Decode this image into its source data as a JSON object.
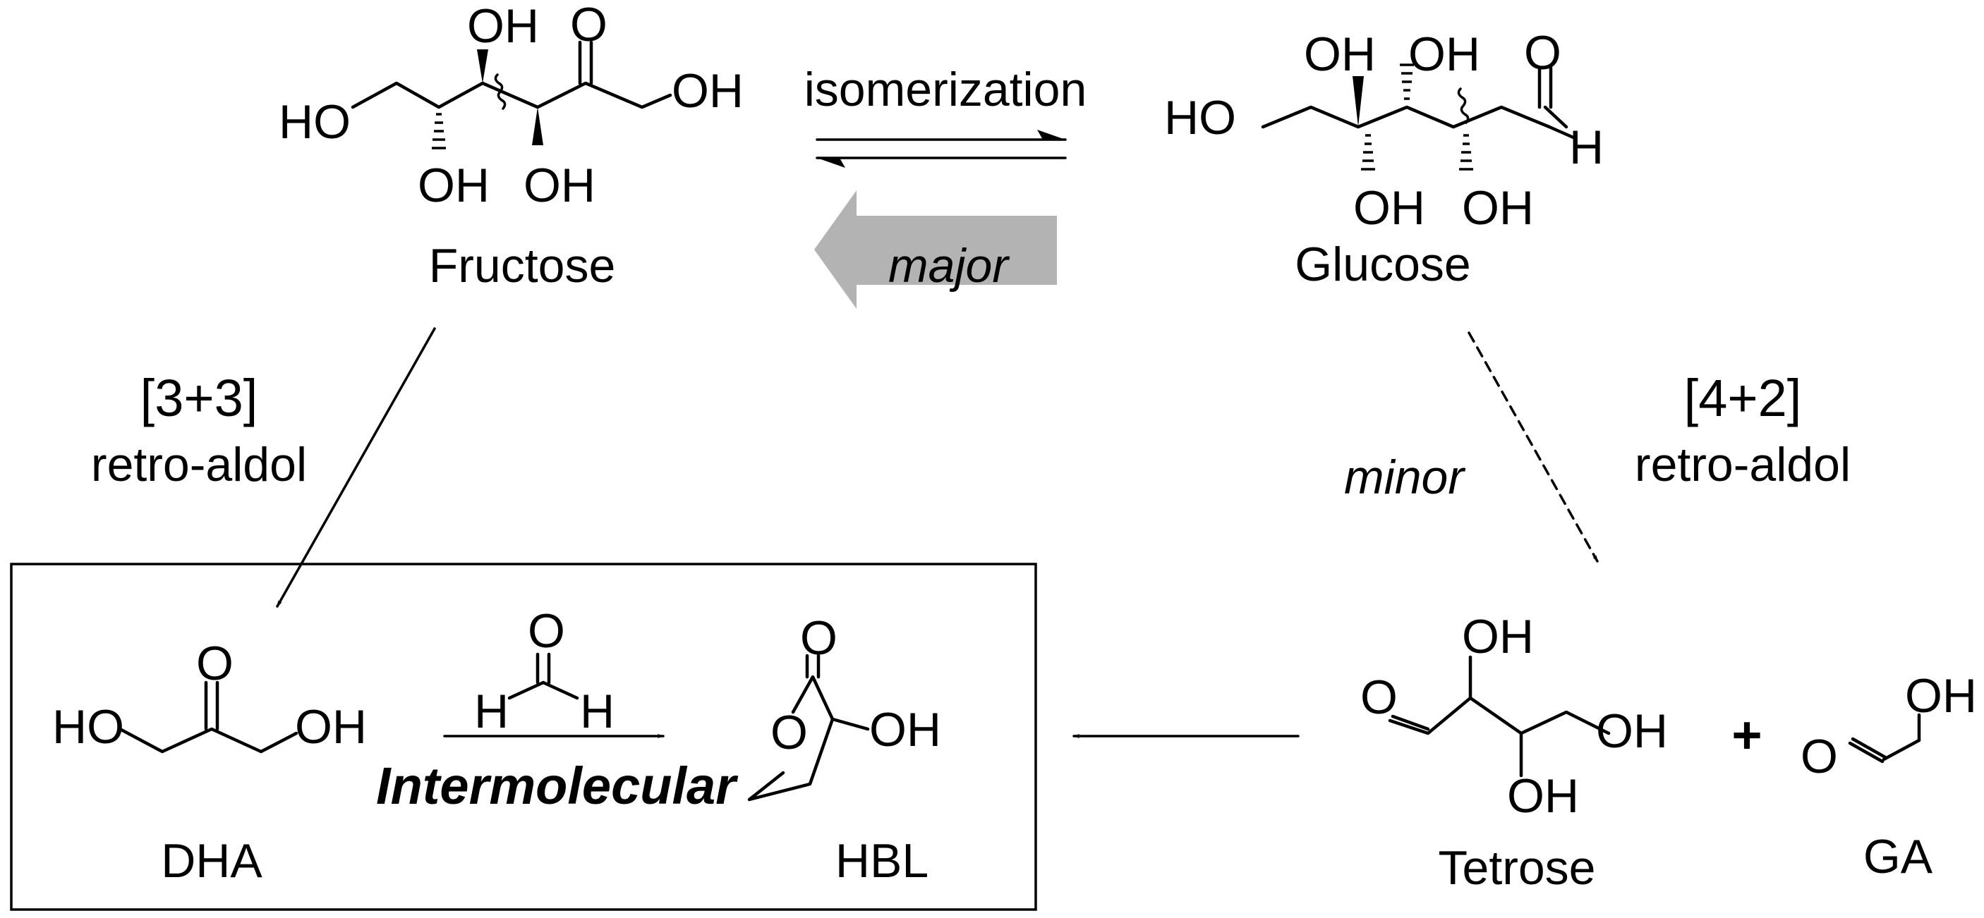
{
  "molecules": {
    "fructose": {
      "name": "Fructose",
      "atoms": {
        "ho_left": "HO",
        "oh_top": "OH",
        "oh_bottom_left": "OH",
        "oh_bottom_right": "OH",
        "carbonyl_o": "O",
        "oh_right": "OH"
      }
    },
    "glucose": {
      "name": "Glucose",
      "atoms": {
        "ho_left": "HO",
        "oh_top_1": "OH",
        "oh_top_2": "OH",
        "oh_bottom_1": "OH",
        "oh_bottom_2": "OH",
        "carbonyl_o": "O",
        "aldehyde_h": "H"
      }
    },
    "dha": {
      "name": "DHA",
      "atoms": {
        "ho_left": "HO",
        "carbonyl_o": "O",
        "oh_right": "OH"
      }
    },
    "hbl": {
      "name": "HBL",
      "atoms": {
        "carbonyl_o": "O",
        "ring_o": "O",
        "oh": "OH"
      }
    },
    "formaldehyde": {
      "atoms": {
        "o": "O",
        "h_left": "H",
        "h_right": "H"
      }
    },
    "tetrose": {
      "name": "Tetrose",
      "atoms": {
        "carbonyl_o": "O",
        "oh_top": "OH",
        "oh_bottom": "OH",
        "oh_right": "OH"
      }
    },
    "ga": {
      "name": "GA",
      "atoms": {
        "carbonyl_o": "O",
        "oh": "OH"
      }
    }
  },
  "labels": {
    "isomerization": "isomerization",
    "major": "major",
    "minor": "minor",
    "left_pathway_bracket": "[3+3]",
    "left_pathway_type": "retro-aldol",
    "right_pathway_bracket": "[4+2]",
    "right_pathway_type": "retro-aldol",
    "intermolecular": "Intermolecular",
    "plus": "+"
  }
}
